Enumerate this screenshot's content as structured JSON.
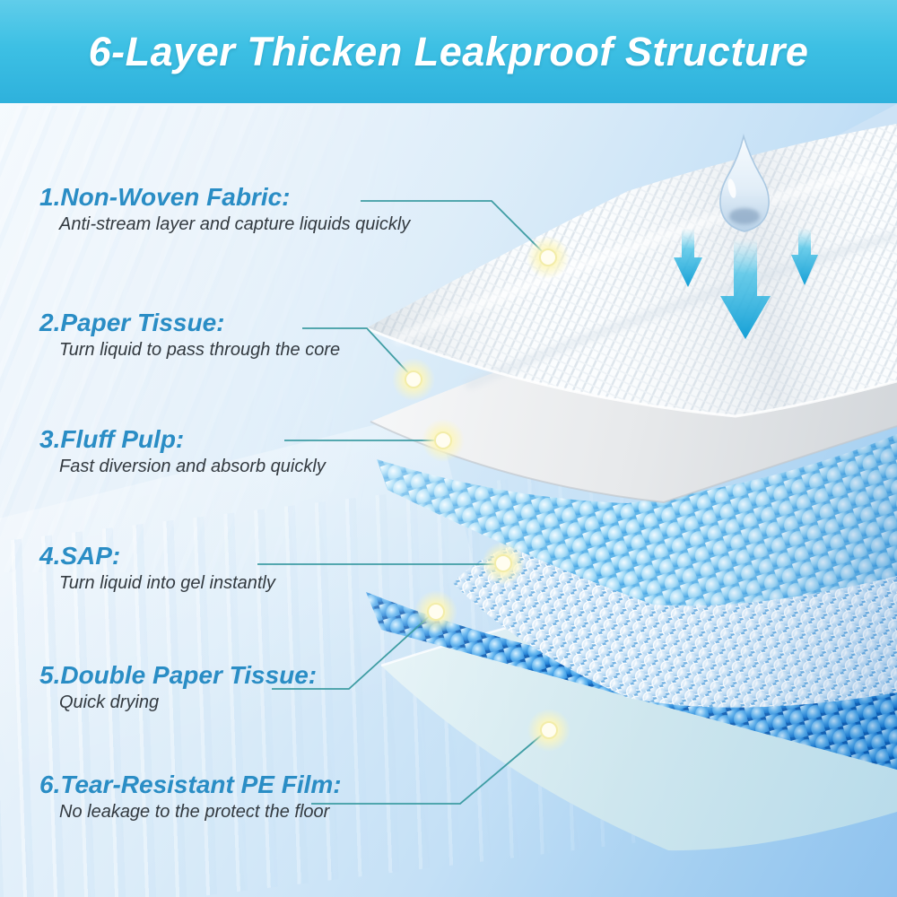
{
  "banner": {
    "title": "6-Layer Thicken Leakproof Structure"
  },
  "layers": [
    {
      "heading": "1.Non-Woven Fabric:",
      "description": "Anti-stream layer and capture liquids quickly"
    },
    {
      "heading": "2.Paper Tissue:",
      "description": "Turn liquid to pass through the core"
    },
    {
      "heading": "3.Fluff Pulp:",
      "description": "Fast diversion and absorb quickly"
    },
    {
      "heading": "4.SAP:",
      "description": "Turn liquid into gel instantly"
    },
    {
      "heading": "5.Double Paper Tissue:",
      "description": "Quick drying"
    },
    {
      "heading": "6.Tear-Resistant PE Film:",
      "description": "No leakage to the protect the floor"
    }
  ],
  "colors": {
    "banner_top": "#60cdea",
    "banner_bottom": "#2eb1dc",
    "heading_blue": "#2a8dc5",
    "body_text": "#333a40",
    "leader_line_teal": "#3f9da4",
    "glow_dot_yellow": "#fdf6bc",
    "arrow_cyan": "#1aa7d9",
    "bead_light_blue": "#8fd2f4",
    "bead_dark_blue": "#1c7dd4",
    "pe_film_blue": "#cfe7ee"
  }
}
